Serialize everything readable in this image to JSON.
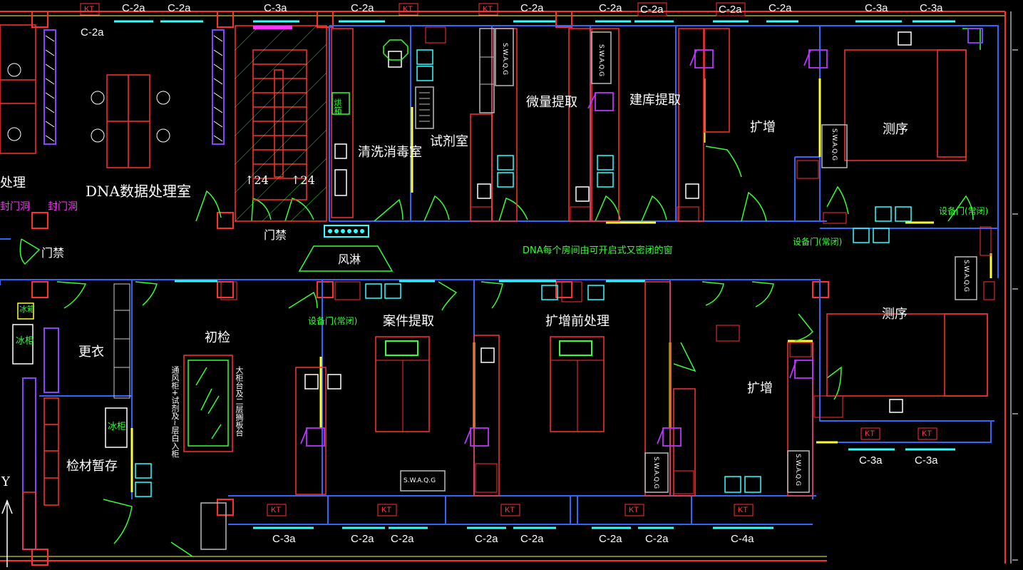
{
  "rooms": {
    "dna_data": "DNA数据处理室",
    "processing": "处理",
    "seal_door_1": "封门洞",
    "seal_door_2": "封门洞",
    "access_1": "门禁",
    "access_2": "门禁",
    "air_shower": "风淋",
    "wash": "清洗消毒室",
    "reagent": "试剂室",
    "micro_extract": "微量提取",
    "lib_extract": "建库提取",
    "amplify_top": "扩增",
    "sequencing_top": "测序",
    "sequencing_bottom": "测序",
    "changing": "更衣",
    "initial_check": "初检",
    "case_extract": "案件提取",
    "pre_amp": "扩增前处理",
    "amplify_bottom": "扩增",
    "sample_storage": "检材暂存",
    "oven": "烘箱",
    "fridge_1": "冰箱",
    "fridge_2": "冰柜",
    "fridge_3": "冰柜"
  },
  "notes": {
    "corridor": "DNA每个房间由可开启式又密闭的窗",
    "equip_door_1": "设备门(常闭)",
    "equip_door_2": "设备门(常闭)",
    "equip_door_3": "设备门(常闭)",
    "stair_up": "↑24",
    "stair_down": "↑24",
    "axis": "Y",
    "bench_left": "通风柜+试剂及~层白入柜",
    "bench_right": "大柜台及二层搁板台"
  },
  "windows_top": [
    "C-2a",
    "C-2a",
    "C-2a",
    "C-3a",
    "C-2a",
    "C-2a",
    "C-2a",
    "C-2a",
    "C-2a",
    "C-2a",
    "C-3a",
    "C-3a"
  ],
  "windows_bottom": [
    "C-3a",
    "C-2a",
    "C-2a",
    "C-2a",
    "C-2a",
    "C-2a",
    "C-2a",
    "C-4a",
    "C-3a",
    "C-3a"
  ],
  "kt_label": "KT",
  "swaqg": "S.W.A.Q.G"
}
